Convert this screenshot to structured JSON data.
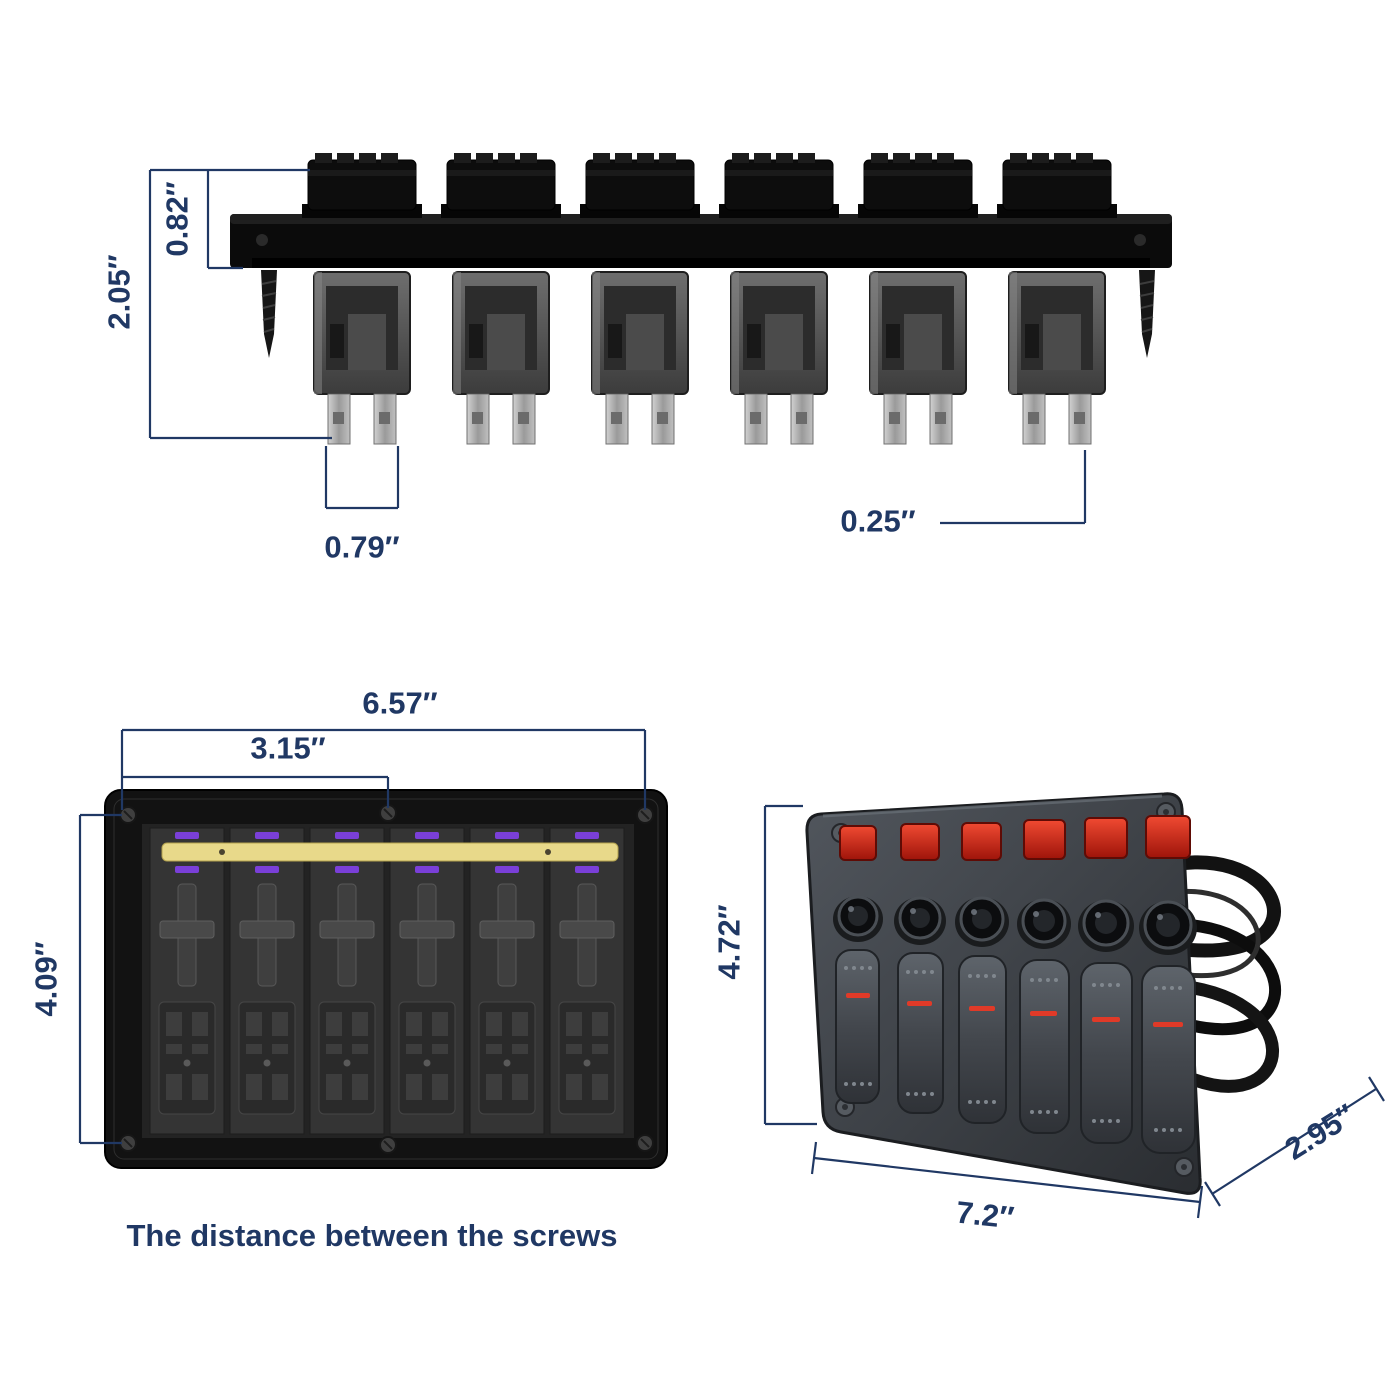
{
  "colors": {
    "dimension": "#203864",
    "switch_red": "#d6281e",
    "bus_bar": "#e8d98a",
    "led_purple": "#7a3fd8"
  },
  "side_view": {
    "connector_height": "0.82″",
    "total_height": "2.05″",
    "terminal_spacing": "0.79″",
    "terminal_width": "0.25″"
  },
  "back_view": {
    "screw_width_full": "6.57″",
    "screw_width_half": "3.15″",
    "screw_height": "4.09″",
    "caption": "The distance between the screws"
  },
  "front_view": {
    "panel_height": "4.72″",
    "panel_width": "7.2″",
    "panel_depth": "2.95″"
  }
}
